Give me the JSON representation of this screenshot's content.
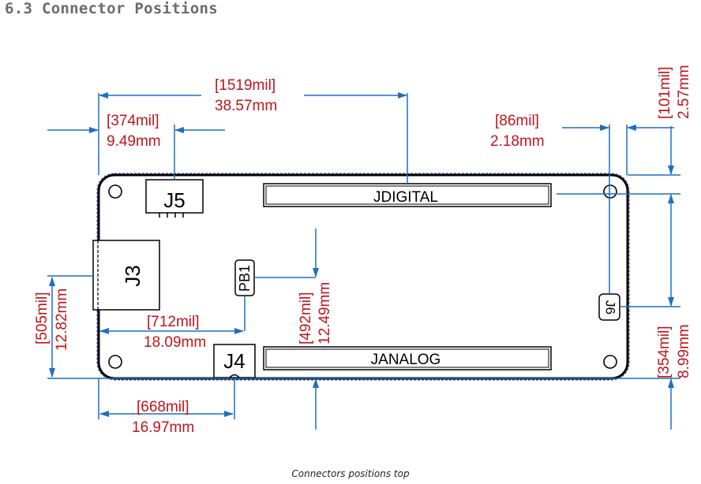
{
  "section_title": "6.3 Connector Positions",
  "caption": "Connectors positions top",
  "connectors": {
    "j5": "J5",
    "j3": "J3",
    "j4": "J4",
    "j6": "J6",
    "pb1": "PB1",
    "jdigital": "JDIGITAL",
    "janalog": "JANALOG"
  },
  "dimensions": {
    "width_total": {
      "mil": "[1519mil]",
      "mm": "38.57mm"
    },
    "j5_offset": {
      "mil": "[374mil]",
      "mm": "9.49mm"
    },
    "j6_offset": {
      "mil": "[86mil]",
      "mm": "2.18mm"
    },
    "top_offset": {
      "mil": "[101mil]",
      "mm": "2.57mm"
    },
    "j3_height": {
      "mil": "[505mil]",
      "mm": "12.82mm"
    },
    "pb1_offset": {
      "mil": "[712mil]",
      "mm": "18.09mm"
    },
    "pb1_height": {
      "mil": "[492mil]",
      "mm": "12.49mm"
    },
    "j6_height": {
      "mil": "[354mil]",
      "mm": "8.99mm"
    },
    "j4_offset": {
      "mil": "[668mil]",
      "mm": "16.97mm"
    }
  },
  "colors": {
    "dimension_text": "#c0141a",
    "dimension_lines": "#1f6fbf",
    "board_outline": "#000000"
  }
}
